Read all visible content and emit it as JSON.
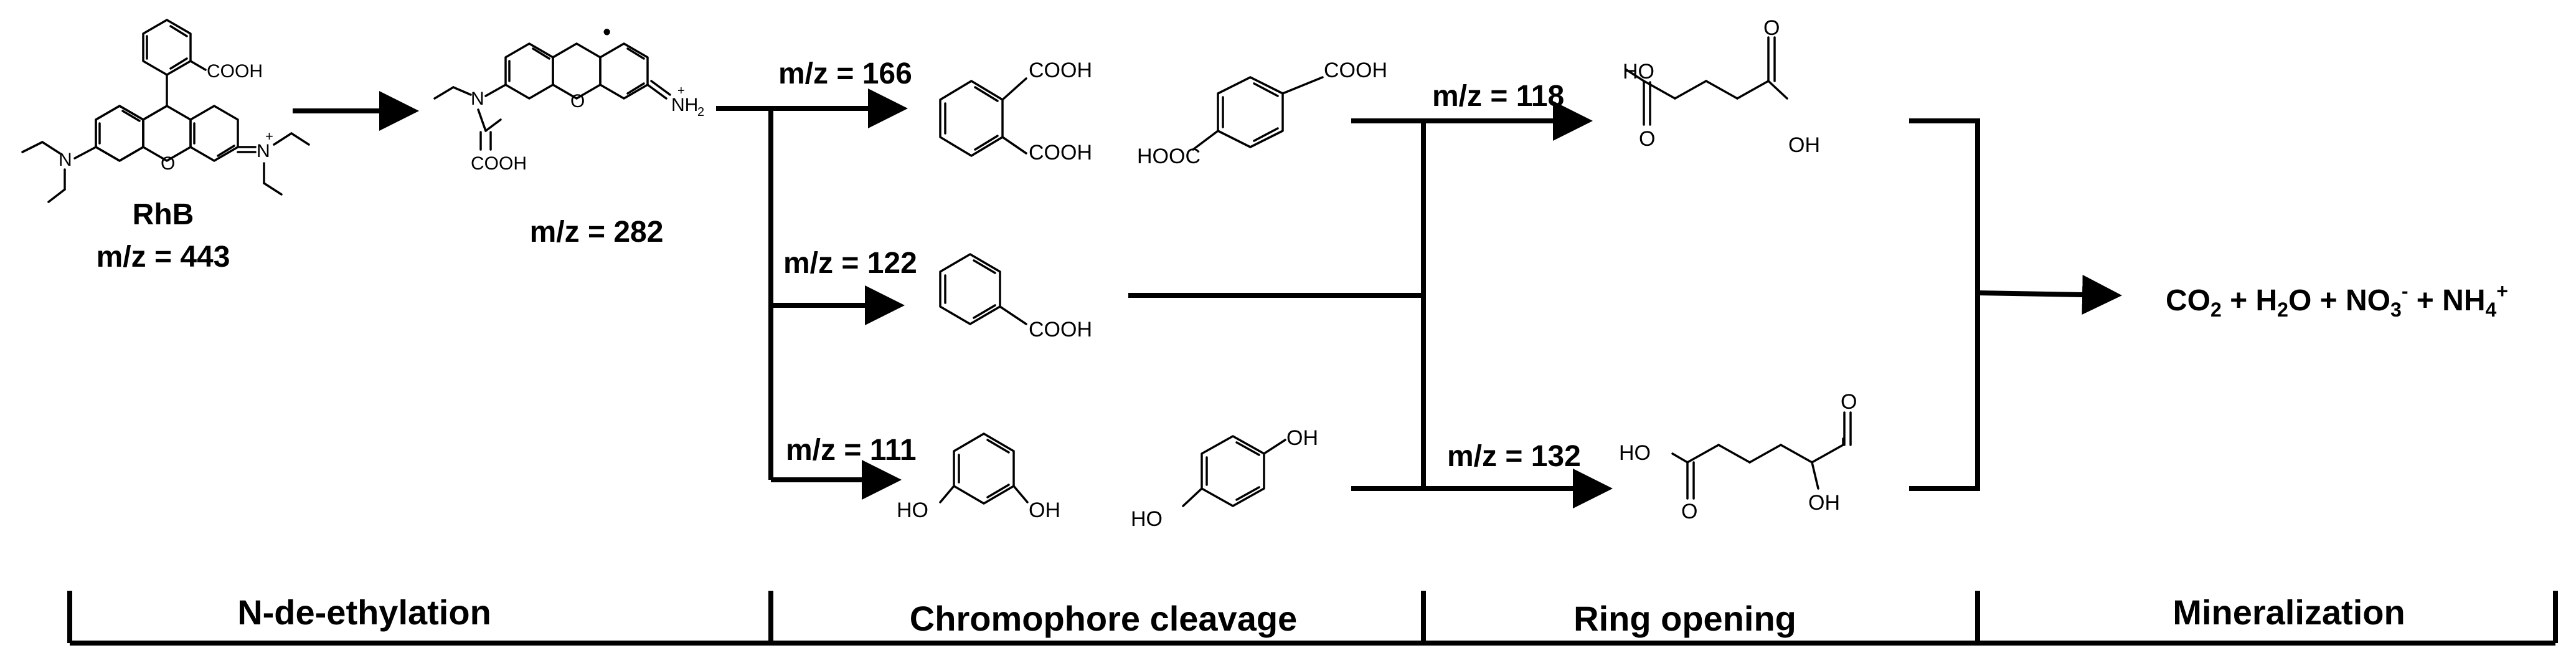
{
  "diagram": {
    "rhb": {
      "name": "RhB",
      "mz": "m/z = 443"
    },
    "int282": {
      "mz": "m/z = 282"
    },
    "p166": {
      "mz": "m/z = 166"
    },
    "p122": {
      "mz": "m/z = 122"
    },
    "p111": {
      "mz": "m/z = 111"
    },
    "p118": {
      "mz": "m/z = 118"
    },
    "p132": {
      "mz": "m/z = 132"
    },
    "groups": {
      "cooh": "COOH",
      "hooc": "HOOC",
      "oh": "OH",
      "ho": "HO",
      "n": "N",
      "nh2": "NH",
      "nh2_sub": "2",
      "o": "O",
      "plus": "+",
      "dot": "•"
    },
    "products": {
      "co2": "CO",
      "co2_sub": "2",
      "h2o_plus": " + H",
      "h2o_sub": "2",
      "o_plus_no": "O + NO",
      "no3_sub": "3",
      "no3_sup": "-",
      "nh4_plus": " + NH",
      "nh4_sub": "4",
      "nh4_sup": "+"
    },
    "stages": [
      "N-de-ethylation",
      "Chromophore cleavage",
      "Ring opening",
      "Mineralization"
    ]
  }
}
